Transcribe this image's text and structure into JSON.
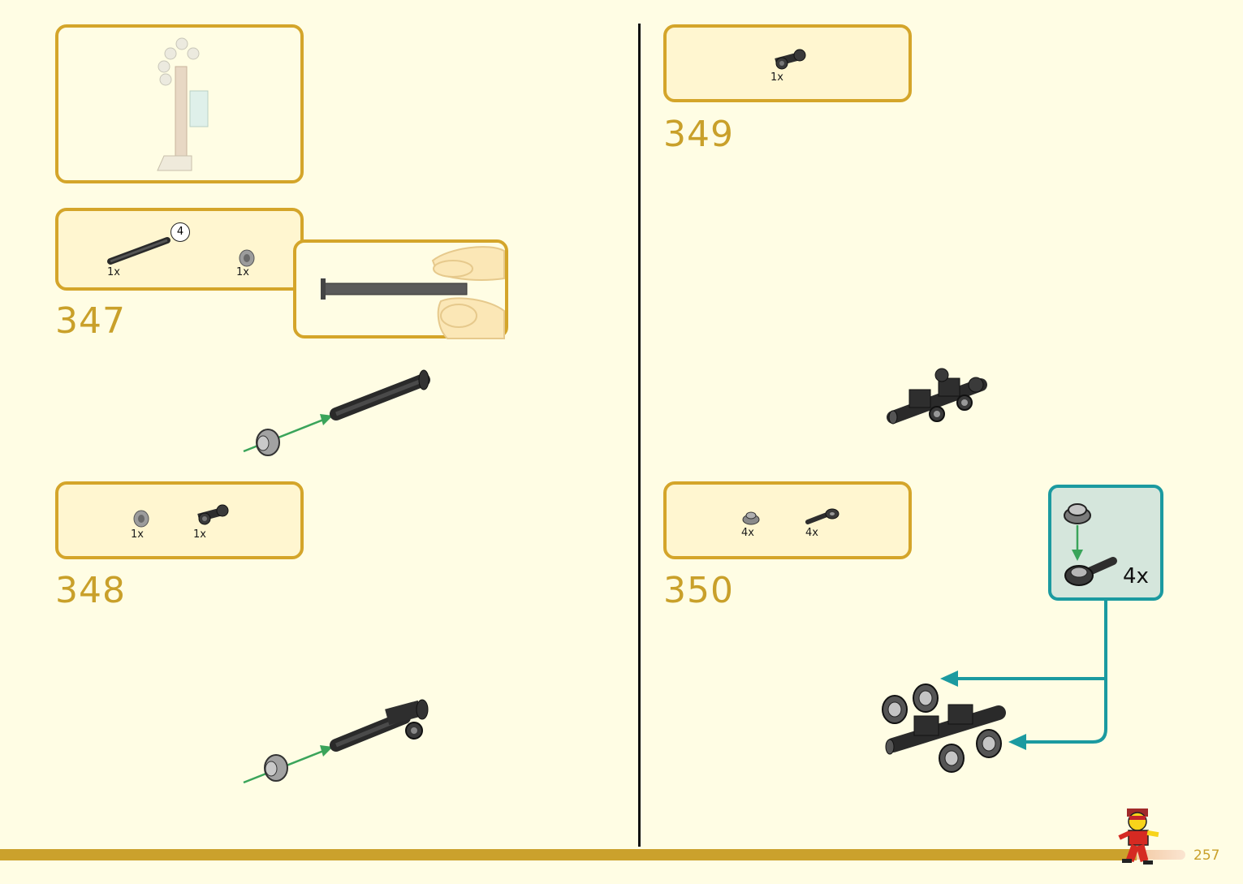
{
  "page": {
    "number": "257"
  },
  "steps": [
    {
      "number": "347",
      "parts": [
        {
          "qty": "1x",
          "icon": "axle-4-icon"
        },
        {
          "qty": "1x",
          "icon": "bush-icon"
        }
      ],
      "axle_length_badge": "4"
    },
    {
      "number": "348",
      "parts": [
        {
          "qty": "1x",
          "icon": "bush-icon"
        },
        {
          "qty": "1x",
          "icon": "axle-connector-icon"
        }
      ]
    },
    {
      "number": "349",
      "parts": [
        {
          "qty": "1x",
          "icon": "axle-connector-icon"
        }
      ]
    },
    {
      "number": "350",
      "parts": [
        {
          "qty": "4x",
          "icon": "round-plate-icon"
        },
        {
          "qty": "4x",
          "icon": "bar-holder-clip-icon"
        }
      ],
      "subassembly_qty": "4x"
    }
  ],
  "colors": {
    "accent": "#c9a02a",
    "callout": "#1b9aa0",
    "arrow_green": "#3aa45a",
    "background": "#fffde4"
  }
}
